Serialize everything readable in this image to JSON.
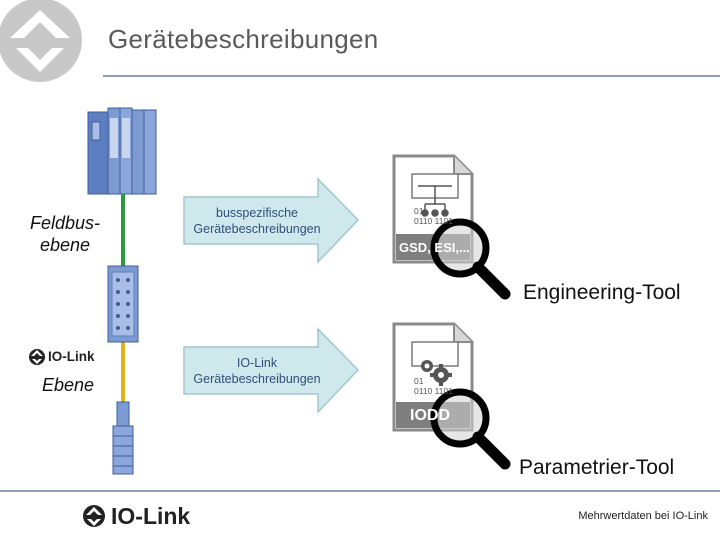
{
  "slide": {
    "title": "Gerätebeschreibungen",
    "footer_text": "Mehrwertdaten bei IO-Link"
  },
  "left_labels": {
    "fieldbus": "Feldbus-\nebene",
    "iolink_level": "Ebene",
    "iolink_logo_text": "IO-Link"
  },
  "arrows": {
    "top": "busspezifische\nGerätebeschreibungen",
    "bottom": "IO-Link\nGerätebeschreibungen"
  },
  "documents": {
    "top_label": "GSD, ESI,...",
    "bottom_label": "IODD",
    "binary_lines": [
      "01",
      "0110 1101"
    ]
  },
  "tools": {
    "top": "Engineering-Tool",
    "bottom": "Parametrier-Tool"
  },
  "footer_logo_text": "IO-Link",
  "colors": {
    "arrow_fill": "#cfe8ec",
    "arrow_stroke": "#9fc7cf",
    "rule": "#8aa0bf",
    "fieldbus_cable": "#2e9a3e",
    "iolink_cable": "#e0b318",
    "plc_blue": "#6f8fc9"
  },
  "icons": [
    "iolink-brand-logo-corner",
    "search-icon",
    "gear-icon",
    "network-tree-icon"
  ]
}
